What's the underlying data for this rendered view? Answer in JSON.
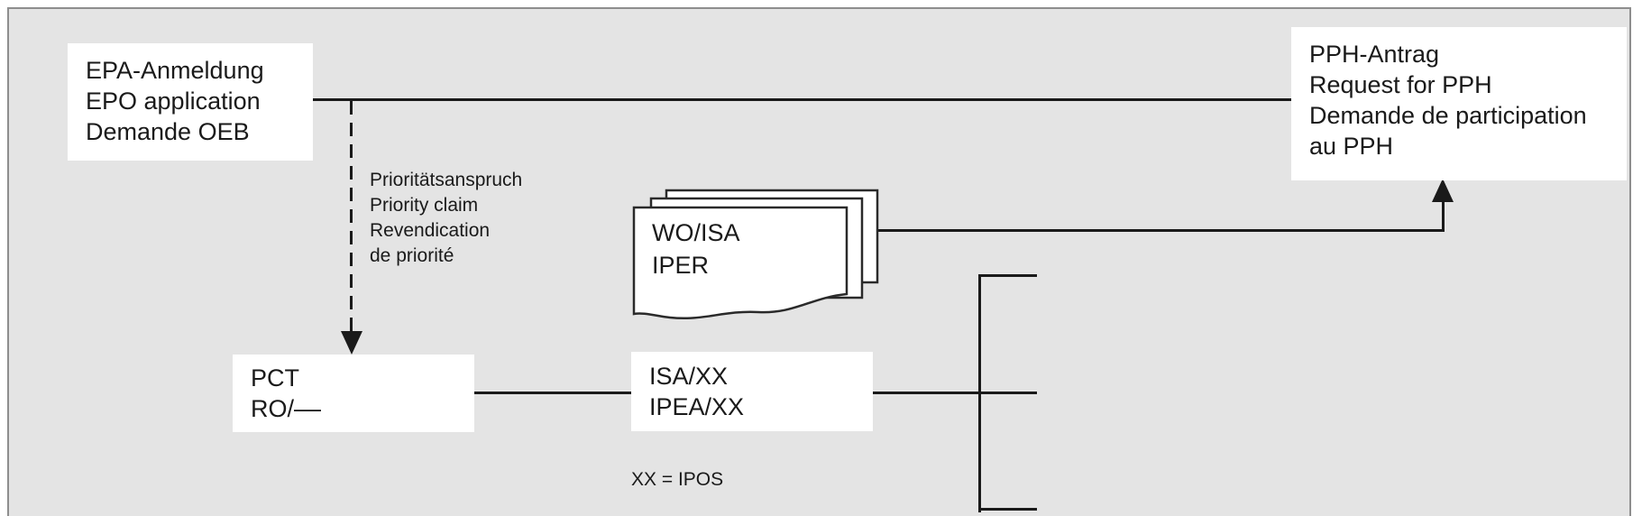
{
  "colors": {
    "background": "#e4e4e4",
    "line": "#1a1a1a",
    "box_background": "#ffffff"
  },
  "boxes": {
    "epa": {
      "lines": [
        "EPA-Anmeldung",
        "EPO application",
        "Demande OEB"
      ]
    },
    "pph": {
      "lines": [
        "PPH-Antrag",
        "Request for PPH",
        "Demande de participation",
        "au PPH"
      ]
    },
    "pct": {
      "lines": [
        "PCT",
        "RO/––"
      ]
    },
    "isa": {
      "lines": [
        "ISA/XX",
        "IPEA/XX"
      ]
    },
    "documents": {
      "lines": [
        "WO/ISA",
        "IPER"
      ]
    }
  },
  "labels": {
    "priority_claim": {
      "lines": [
        "Prioritätsanspruch",
        "Priority claim",
        "Revendication",
        "de priorité"
      ]
    },
    "legend": "XX = IPOS"
  }
}
